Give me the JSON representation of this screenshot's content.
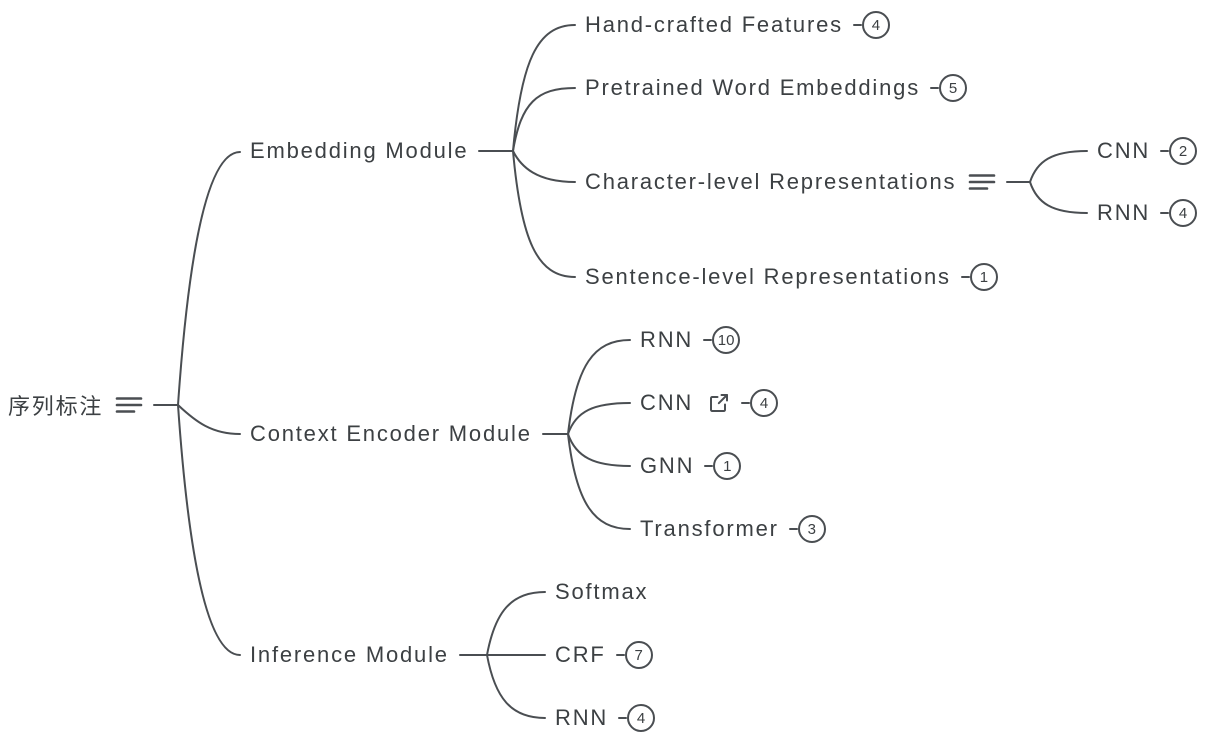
{
  "colors": {
    "background": "#ffffff",
    "text": "#3c4043",
    "line": "#4a4e52"
  },
  "tree": {
    "label": "序列标注",
    "icon": "notes-icon",
    "children": [
      {
        "label": "Embedding Module",
        "children": [
          {
            "label": "Hand-crafted Features",
            "count": "4"
          },
          {
            "label": "Pretrained Word Embeddings",
            "count": "5"
          },
          {
            "label": "Character-level Representations",
            "icon": "notes-icon",
            "children": [
              {
                "label": "CNN",
                "count": "2"
              },
              {
                "label": "RNN",
                "count": "4"
              }
            ]
          },
          {
            "label": "Sentence-level Representations",
            "count": "1"
          }
        ]
      },
      {
        "label": "Context Encoder Module",
        "children": [
          {
            "label": "RNN",
            "count": "10"
          },
          {
            "label": "CNN",
            "icon": "external-link-icon",
            "count": "4"
          },
          {
            "label": "GNN",
            "count": "1"
          },
          {
            "label": "Transformer",
            "count": "3"
          }
        ]
      },
      {
        "label": "Inference Module",
        "children": [
          {
            "label": "Softmax"
          },
          {
            "label": "CRF",
            "count": "7"
          },
          {
            "label": "RNN",
            "count": "4"
          }
        ]
      }
    ]
  }
}
